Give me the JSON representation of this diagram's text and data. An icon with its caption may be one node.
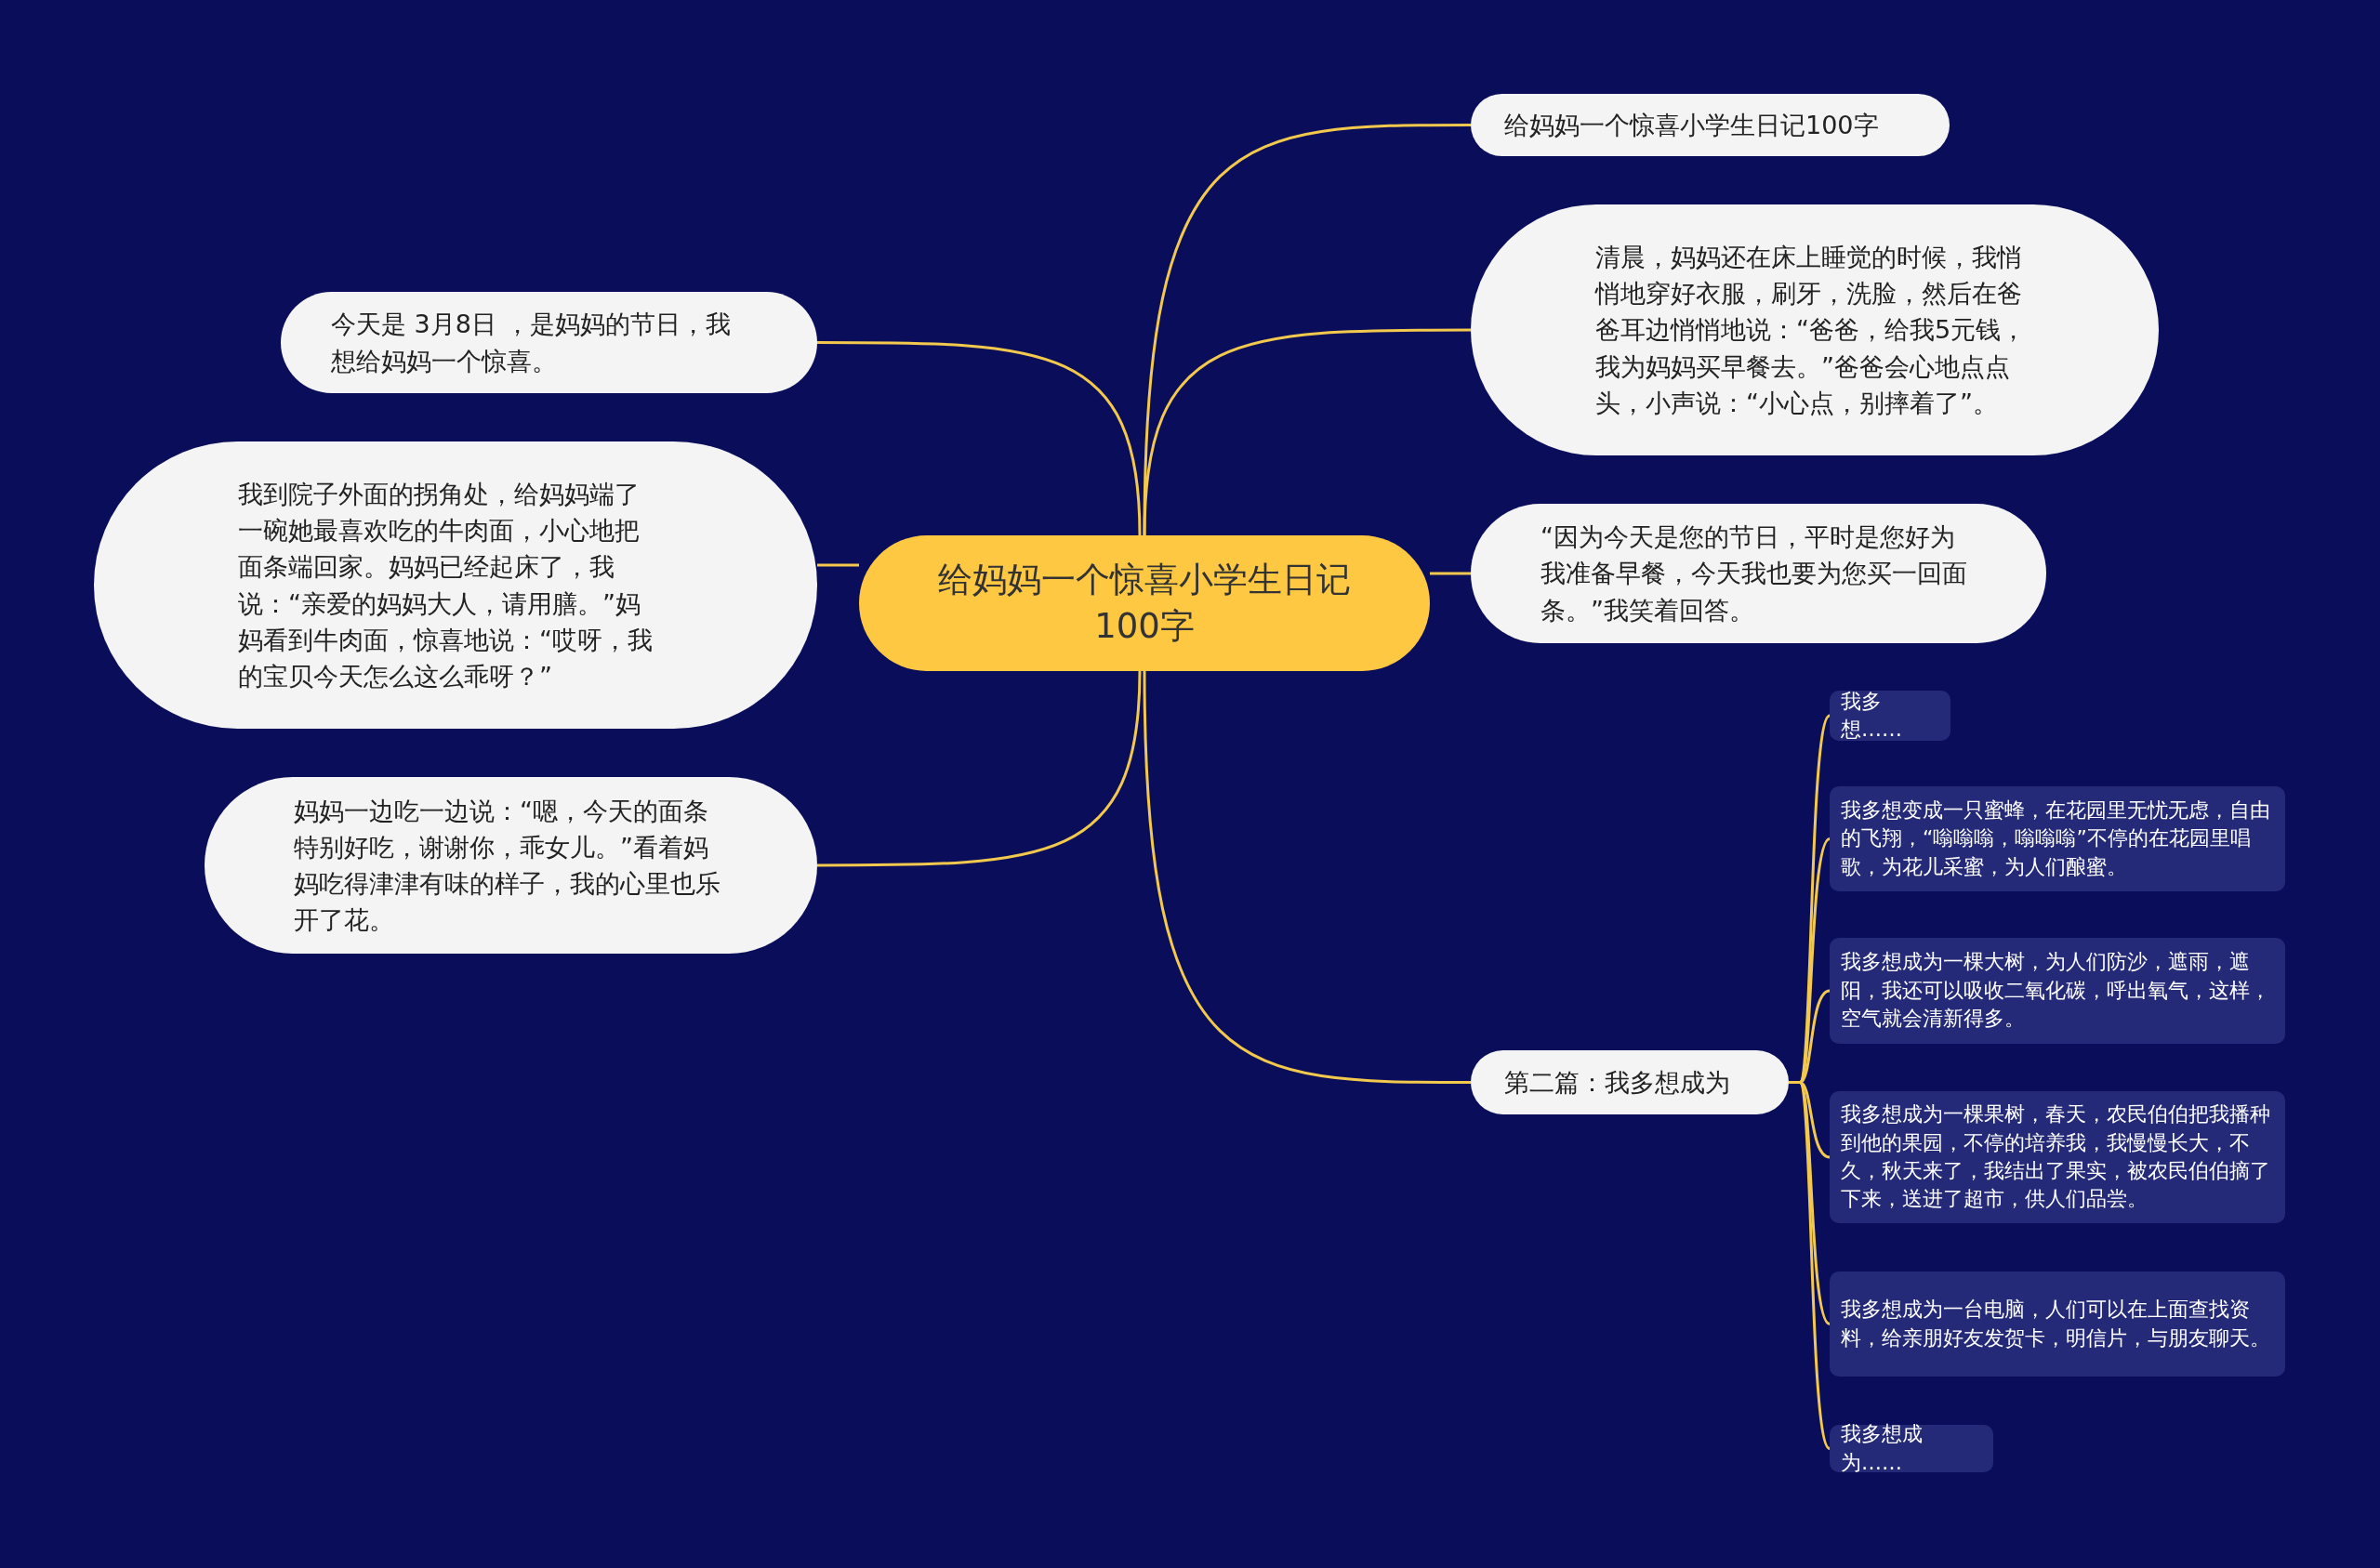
{
  "diagram": {
    "nodes": [
      {
        "text": [
          "给妈妈一个惊喜小学生日记100字"
        ]
      },
      {
        "text": [
          "给妈妈一个惊喜小学生日记100字"
        ]
      },
      {
        "text": [
          "清晨，妈妈还在床上睡觉的时候，我悄悄地穿好衣服，刷牙，洗脸，然后在爸爸耳边悄悄地说：“爸爸，给我5元钱，我为妈妈买早餐去。”爸爸会心地点点头，小声说：“小心点，别摔着了”。"
        ]
      },
      {
        "text": [
          "“因为今天是您的节日，平时是您好为我准备早餐，今天我也要为您买一回面条。”我笑着回答。"
        ]
      },
      {
        "text": [
          "第二篇：我多想成为"
        ]
      },
      {
        "text": [
          "我多想……"
        ]
      },
      {
        "text": [
          "我多想变成一只蜜蜂，在花园里无忧无虑，自由的飞翔，“嗡嗡嗡，嗡嗡嗡”不停的在花园里唱歌，为花儿采蜜，为人们酿蜜。"
        ]
      },
      {
        "text": [
          "我多想成为一棵大树，为人们防沙，遮雨，遮阳，我还可以吸收二氧化碳，呼出氧气，这样，空气就会清新得多。"
        ]
      },
      {
        "text": [
          "我多想成为一棵果树，春天，农民伯伯把我播种到他的果园，不停的培养我，我慢慢长大，不久，秋天来了，我结出了果实，被农民伯伯摘了下来，送进了超市，供人们品尝。"
        ]
      },
      {
        "text": [
          "我多想成为一台电脑，人们可以在上面查找资料，给亲朋好友发贺卡，明信片，与朋友聊天。"
        ]
      },
      {
        "text": [
          "我多想成为……"
        ]
      },
      {
        "text": [
          "今天是 3月8日 ，是妈妈的节日，我想给妈妈一个惊喜。"
        ]
      },
      {
        "text": [
          "我到院子外面的拐角处，给妈妈端了一碗她最喜欢吃的牛肉面，小心地把面条端回家。妈妈已经起床了，我说：“亲爱的妈妈大人，请用膳。”妈妈看到牛肉面，惊喜地说：“哎呀，我的宝贝今天怎么这么乖呀？”"
        ]
      },
      {
        "text": [
          "妈妈一边吃一边说：“嗯，今天的面条特别好吃，谢谢你，乖女儿。”看着妈妈吃得津津有味的样子，我的心里也乐开了花。"
        ]
      }
    ],
    "edges": [
      {
        "from": 0,
        "to": 1,
        "arrow": "none"
      },
      {
        "from": 0,
        "to": 2,
        "arrow": "none"
      },
      {
        "from": 0,
        "to": 3,
        "arrow": "none"
      },
      {
        "from": 0,
        "to": 4,
        "arrow": "none"
      },
      {
        "from": 4,
        "to": 5,
        "arrow": "none"
      },
      {
        "from": 4,
        "to": 6,
        "arrow": "none"
      },
      {
        "from": 4,
        "to": 7,
        "arrow": "none"
      },
      {
        "from": 4,
        "to": 8,
        "arrow": "none"
      },
      {
        "from": 4,
        "to": 9,
        "arrow": "none"
      },
      {
        "from": 4,
        "to": 10,
        "arrow": "none"
      },
      {
        "from": 0,
        "to": 11,
        "arrow": "none"
      },
      {
        "from": 0,
        "to": 12,
        "arrow": "none"
      },
      {
        "from": 0,
        "to": 13,
        "arrow": "none"
      }
    ]
  }
}
